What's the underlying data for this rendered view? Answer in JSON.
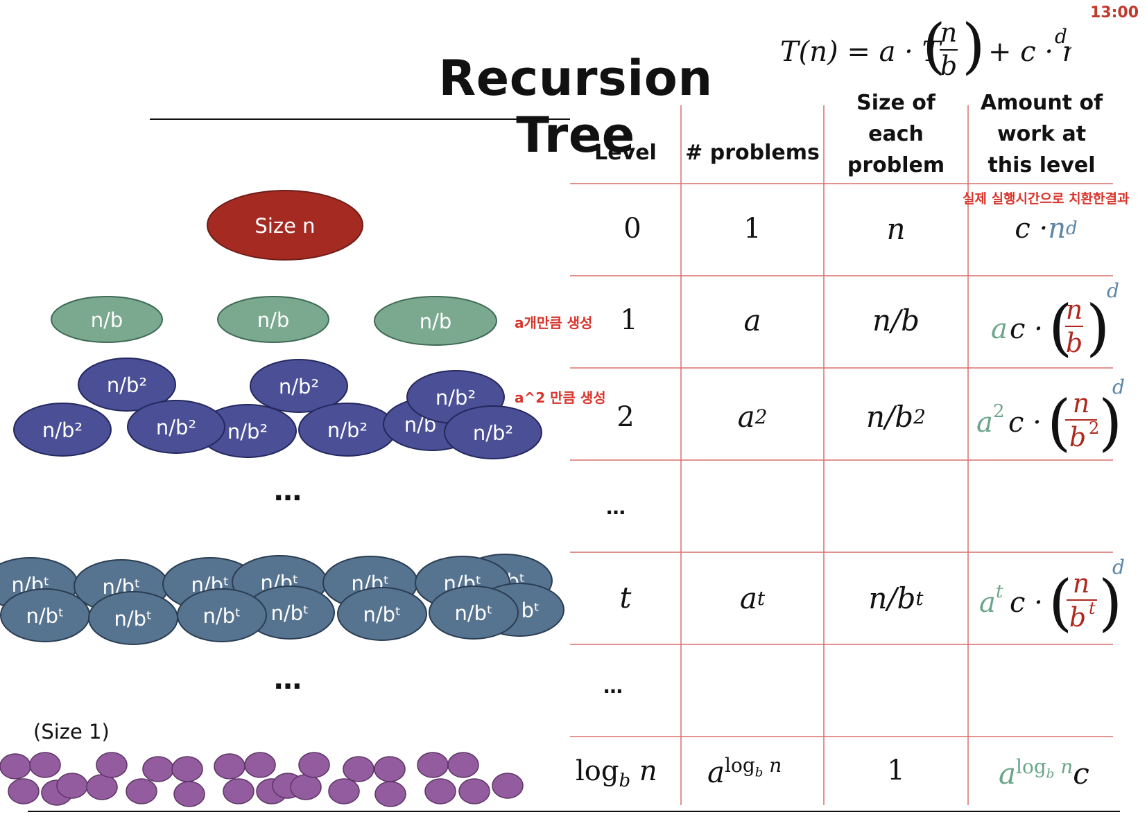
{
  "timer": "13:00",
  "title": "Recursion Tree",
  "recurrence": {
    "lhs": "T(n) = a · T",
    "frac_num": "n",
    "frac_den": "b",
    "rhs": "+ c · n",
    "rhs_exp": "d"
  },
  "tree": {
    "root_label": "Size n",
    "level1_label": "n/b",
    "level2_label": "n/b²",
    "level2_partial": "n/b",
    "levelt_label": "n/bᵗ",
    "levelt_partial": "n/bᵗ",
    "levelt_right_partial": "bᵗ",
    "ellipsis": "…",
    "size1_label": "(Size 1)",
    "note_level1": "a개만큼 생성",
    "note_level2": "a^2 만큼 생성"
  },
  "table": {
    "headers": {
      "level": "Level",
      "problems": "# problems",
      "size_l1": "Size of",
      "size_l2": "each",
      "size_l3": "problem",
      "work_l1": "Amount of",
      "work_l2": "work at",
      "work_l3": "this level"
    },
    "work_note": "실제 실행시간으로 치환한결과",
    "rows": [
      {
        "level": "0",
        "problems": "1",
        "size": "n",
        "work_c": "c · ",
        "work_n": "n",
        "work_d": "d"
      },
      {
        "level": "1",
        "problems": "a",
        "size": "n/b",
        "work_a": "a",
        "work_c": "c ·",
        "frac_num": "n",
        "frac_den": "b",
        "work_d": "d"
      },
      {
        "level": "2",
        "problems_base": "a",
        "problems_exp": "2",
        "size_base": "n/b",
        "size_exp": "2",
        "work_a": "a",
        "work_a_exp": "2",
        "work_c": "c ·",
        "frac_num": "n",
        "frac_den": "b",
        "frac_den_exp": "2",
        "work_d": "d"
      },
      {
        "level": "…"
      },
      {
        "level": "t",
        "problems_base": "a",
        "problems_exp": "t",
        "size_base": "n/b",
        "size_exp": "t",
        "work_a": "a",
        "work_a_exp": "t",
        "work_c": "c ·",
        "frac_num": "n",
        "frac_den": "b",
        "frac_den_exp": "t",
        "work_d": "d"
      },
      {
        "level": "…"
      },
      {
        "level_log": "log",
        "level_sub": "b",
        "level_n": " n",
        "problems_base": "a",
        "problems_exp": "log",
        "problems_exp_sub": "b",
        "problems_exp_n": " n",
        "size": "1",
        "work_a": "a",
        "work_exp": "log",
        "work_exp_sub": "b",
        "work_exp_n": " n",
        "work_c": "c"
      }
    ]
  },
  "colors": {
    "root": "#a52a22",
    "level1": "#7ba98f",
    "level2": "#4a4f96",
    "levelt": "#56738f",
    "leaves": "#935c9e",
    "grid": "#d86f6a",
    "green_math": "#6aa58a",
    "red_math": "#b0281d",
    "blue_math": "#5b86a8"
  }
}
